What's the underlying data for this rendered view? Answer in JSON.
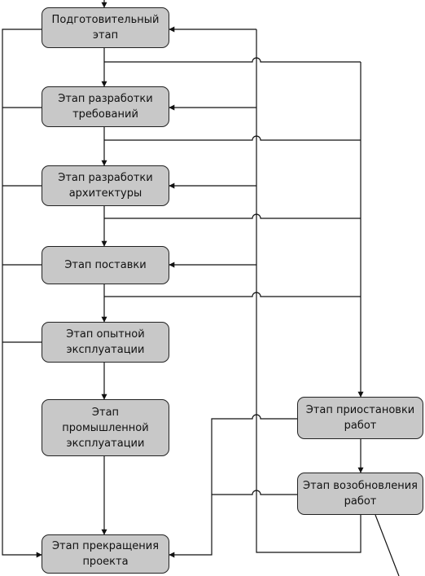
{
  "diagram": {
    "nodes": [
      {
        "id": "prep",
        "label": "Подготовительный\nэтап"
      },
      {
        "id": "req",
        "label": "Этап разработки\nтребований"
      },
      {
        "id": "arch",
        "label": "Этап разработки\nархитектуры"
      },
      {
        "id": "supply",
        "label": "Этап поставки"
      },
      {
        "id": "trial",
        "label": "Этап опытной\nэксплуатации"
      },
      {
        "id": "prod",
        "label": "Этап\nпромышленной\nэксплуатации"
      },
      {
        "id": "term",
        "label": "Этап прекращения\nпроекта"
      },
      {
        "id": "suspend",
        "label": "Этап приостановки\nработ"
      },
      {
        "id": "resume",
        "label": "Этап возобновления\nработ"
      }
    ],
    "edges": [
      {
        "from": "prep",
        "to": "req"
      },
      {
        "from": "req",
        "to": "arch"
      },
      {
        "from": "arch",
        "to": "supply"
      },
      {
        "from": "supply",
        "to": "trial"
      },
      {
        "from": "trial",
        "to": "prod"
      },
      {
        "from": "prod",
        "to": "term"
      },
      {
        "from": "prep",
        "to": "suspend"
      },
      {
        "from": "req",
        "to": "suspend"
      },
      {
        "from": "arch",
        "to": "suspend"
      },
      {
        "from": "supply",
        "to": "suspend"
      },
      {
        "from": "suspend",
        "to": "resume"
      },
      {
        "from": "suspend",
        "to": "term"
      },
      {
        "from": "resume",
        "to": "prep"
      },
      {
        "from": "resume",
        "to": "req"
      },
      {
        "from": "resume",
        "to": "arch"
      },
      {
        "from": "resume",
        "to": "supply"
      },
      {
        "from": "prep",
        "to": "term"
      },
      {
        "from": "req",
        "to": "term"
      },
      {
        "from": "arch",
        "to": "term"
      },
      {
        "from": "supply",
        "to": "term"
      },
      {
        "from": "trial",
        "to": "term"
      }
    ]
  }
}
